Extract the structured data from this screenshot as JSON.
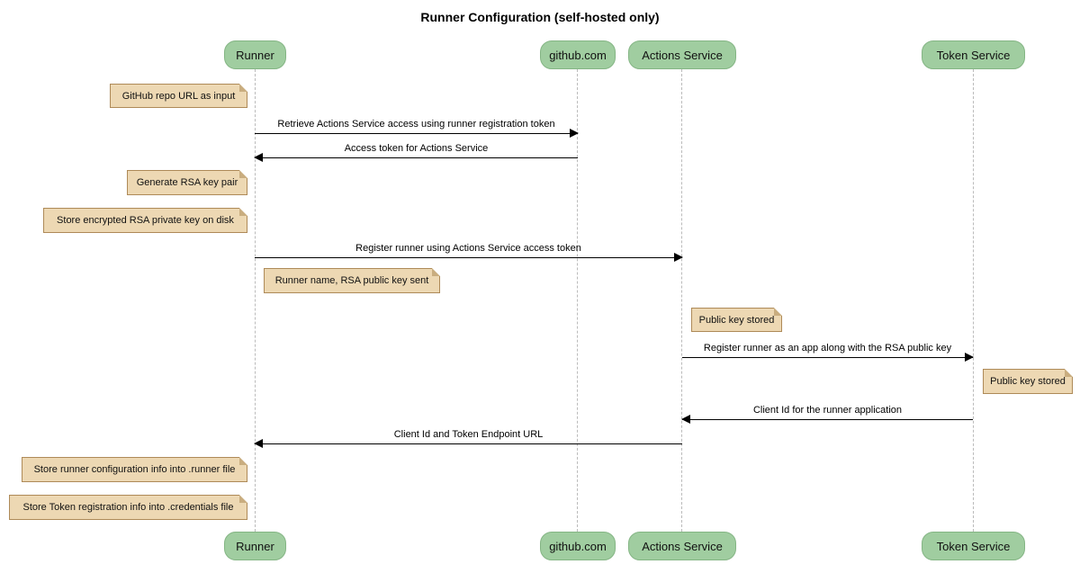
{
  "title": "Runner Configuration (self-hosted only)",
  "diagram_type": "sequence",
  "colors": {
    "background": "#FFFFFF",
    "participant_fill": "#A0CDA0",
    "participant_border": "#84B584",
    "note_fill": "#EDD8B3",
    "note_border": "#AE8A58",
    "note_fold": "#C9AD7F",
    "lifeline": "#BBBBBB",
    "arrow": "#000000",
    "text": "#000000"
  },
  "participants": [
    {
      "label": "Runner"
    },
    {
      "label": "github.com"
    },
    {
      "label": "Actions Service"
    },
    {
      "label": "Token Service"
    }
  ],
  "notes": [
    {
      "anchor": "Runner",
      "side": "left",
      "text": "GitHub repo URL as input"
    },
    {
      "anchor": "Runner",
      "side": "left",
      "text": "Generate RSA key pair"
    },
    {
      "anchor": "Runner",
      "side": "left",
      "text": "Store encrypted RSA private key on disk"
    },
    {
      "anchor": "Runner",
      "side": "right",
      "text": "Runner name, RSA public key sent"
    },
    {
      "anchor": "Actions Service",
      "side": "right",
      "text": "Public key stored"
    },
    {
      "anchor": "Token Service",
      "side": "right",
      "text": "Public key stored"
    },
    {
      "anchor": "Runner",
      "side": "left",
      "text": "Store runner configuration info into .runner file"
    },
    {
      "anchor": "Runner",
      "side": "left",
      "text": "Store Token registration info into .credentials file"
    }
  ],
  "messages": [
    {
      "from": "Runner",
      "to": "github.com",
      "direction": "right",
      "text": "Retrieve Actions Service access using runner registration token"
    },
    {
      "from": "github.com",
      "to": "Runner",
      "direction": "left",
      "text": "Access token for Actions Service"
    },
    {
      "from": "Runner",
      "to": "Actions Service",
      "direction": "right",
      "text": "Register runner using Actions Service access token"
    },
    {
      "from": "Actions Service",
      "to": "Token Service",
      "direction": "right",
      "text": "Register runner as an app along with the RSA public key"
    },
    {
      "from": "Token Service",
      "to": "Actions Service",
      "direction": "left",
      "text": "Client Id for the runner application"
    },
    {
      "from": "Actions Service",
      "to": "Runner",
      "direction": "left",
      "text": "Client Id and Token Endpoint URL"
    }
  ]
}
